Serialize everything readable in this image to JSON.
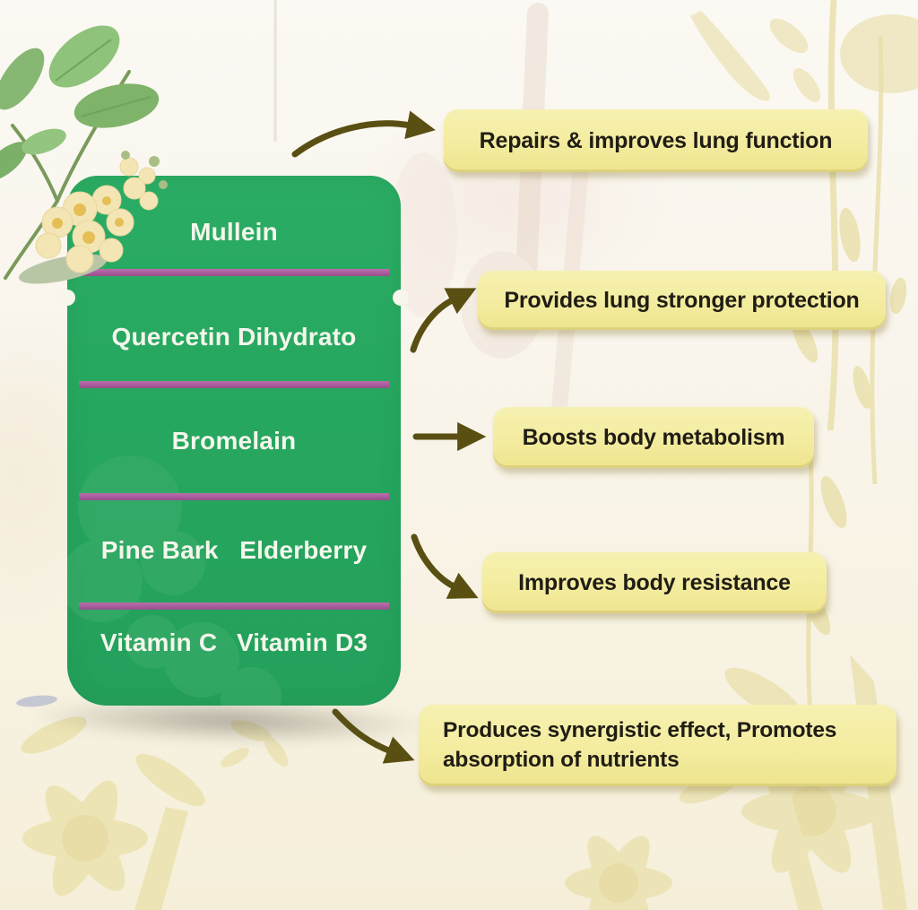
{
  "title": "Lung support supplement ingredients and benefits infographic",
  "pouch": {
    "rows": [
      {
        "label": "Mullein"
      },
      {
        "label": "Quercetin Dihydrato"
      },
      {
        "label": "Bromelain"
      },
      {
        "left": "Pine Bark",
        "right": "Elderberry"
      },
      {
        "left": "Vitamin C",
        "right": "Vitamin D3"
      }
    ]
  },
  "benefits": [
    {
      "text": "Repairs & improves lung function"
    },
    {
      "text": "Provides lung stronger protection"
    },
    {
      "text": "Boosts body metabolism"
    },
    {
      "text": "Improves body resistance"
    },
    {
      "lines": [
        "Produces synergistic effect, Promotes",
        "absorption of nutrients"
      ]
    }
  ],
  "icons": {
    "arrows": "curved-arrow-right-icon",
    "plant": "mullein-flower-branch",
    "notches": "pouch-tear-notch"
  },
  "colors": {
    "pouch_green": "#26A75F",
    "divider_magenta": "#AA5C9D",
    "benefit_box_yellow": "#F3EC9F",
    "benefit_text": "#201D15",
    "pouch_text": "#F4F6EC",
    "arrow_olive": "#5A4F13",
    "background_cream": "#F8F4EA",
    "silhouette_yellow": "#ECE3B4"
  }
}
